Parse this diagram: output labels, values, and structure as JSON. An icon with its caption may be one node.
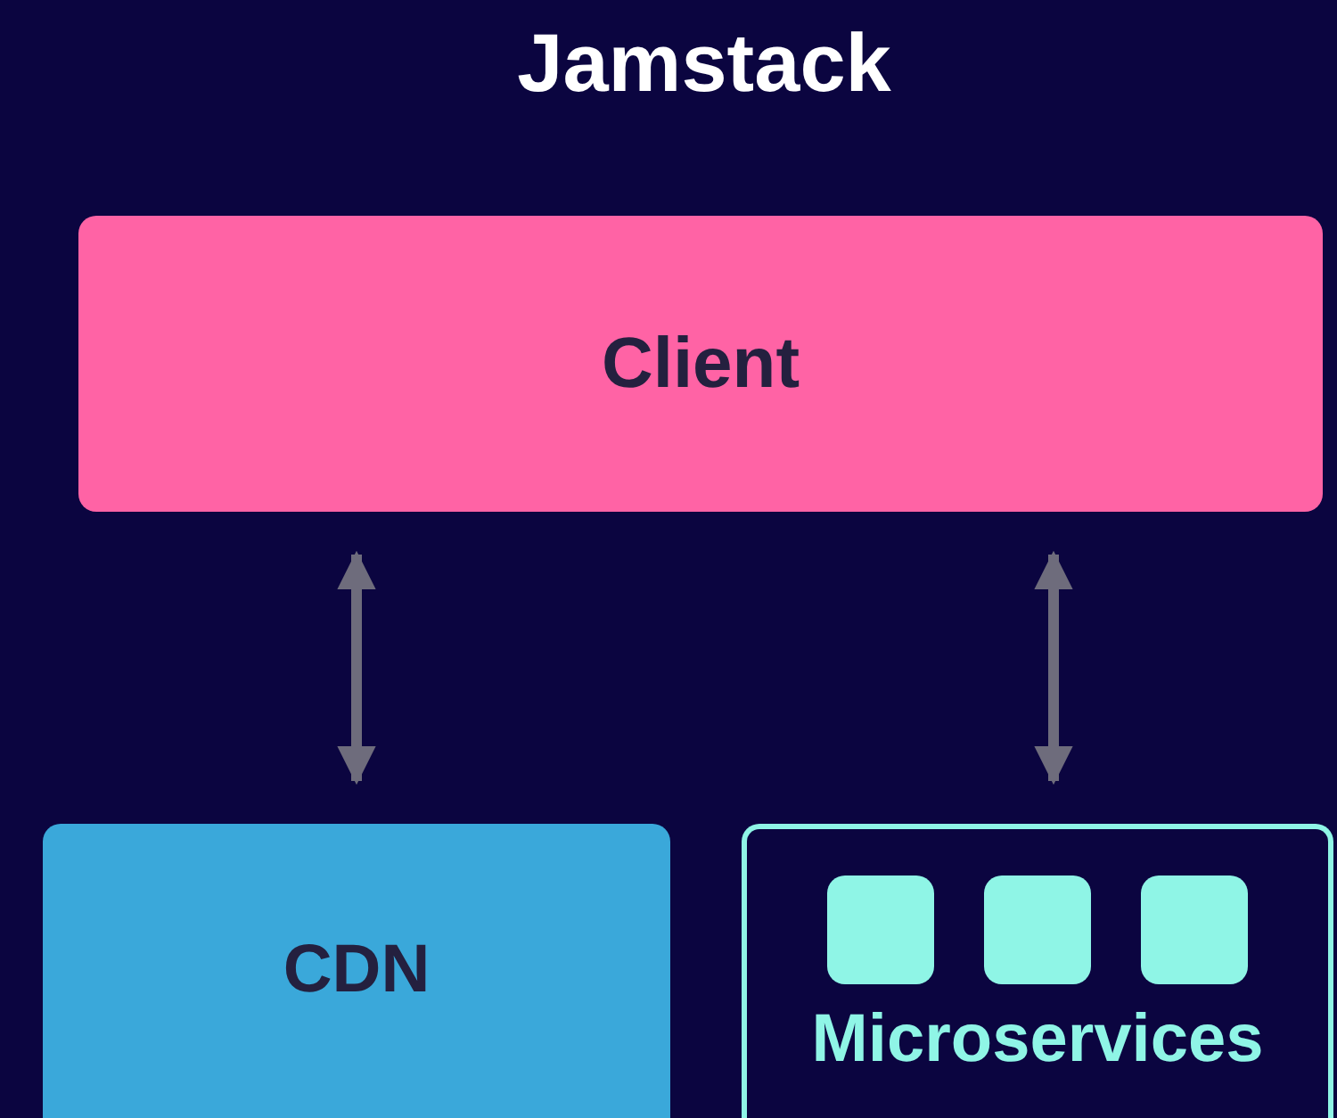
{
  "diagram": {
    "title": "Jamstack",
    "nodes": [
      {
        "text": [
          "Client"
        ]
      },
      {
        "text": [
          "CDN"
        ]
      },
      {
        "text": [
          "Microservices"
        ]
      }
    ],
    "edges": [
      {
        "from": 0,
        "to": 1,
        "arrow": "both"
      },
      {
        "from": 0,
        "to": 2,
        "arrow": "both"
      }
    ]
  }
}
